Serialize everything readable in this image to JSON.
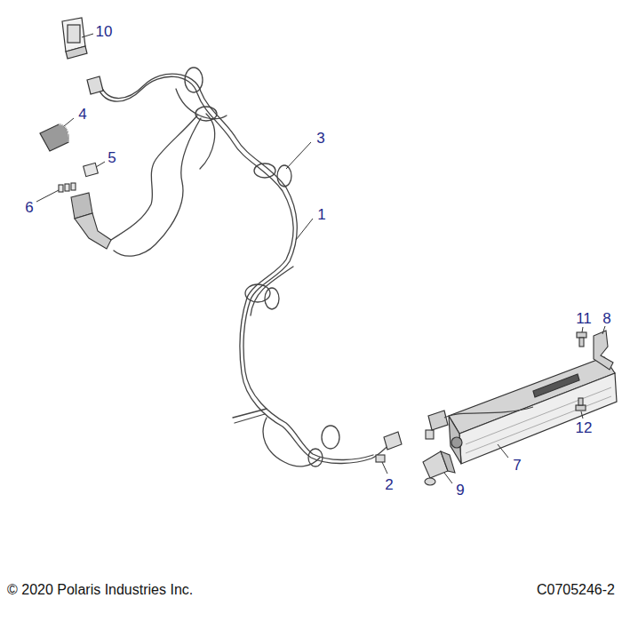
{
  "diagram": {
    "labels": [
      "10",
      "4",
      "5",
      "6",
      "3",
      "1",
      "2",
      "9",
      "7",
      "11",
      "8",
      "12",
      "© 2020 Polaris Industries Inc.",
      "C0705246-2"
    ]
  }
}
